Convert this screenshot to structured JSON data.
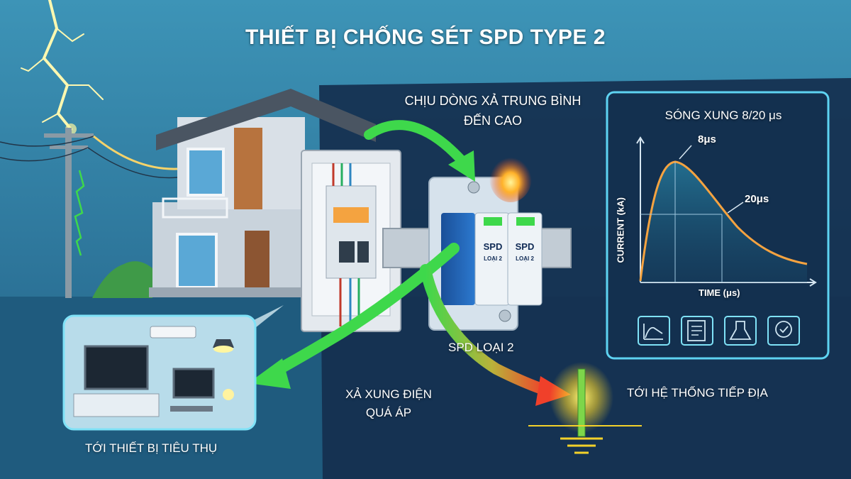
{
  "title": "THIẾT BỊ CHỐNG SÉT SPD TYPE 2",
  "labels": {
    "high_current": "CHỊU DÒNG XẢ TRUNG BÌNH ĐẾN CAO",
    "spd_type": "SPD LOẠI 2",
    "discharge": "XẢ XUNG ĐIỆN QUÁ ÁP",
    "to_ground": "TỚI HỆ THỐNG TIẾP ĐỊA",
    "to_loads": "TỚI THIẾT BỊ TIÊU THỤ"
  },
  "spd_module": {
    "label": "SPD",
    "sublabel": "LOẠI 2"
  },
  "waveform": {
    "title": "SÓNG XUNG 8/20 μs",
    "peak_label": "8μs",
    "half_label": "20μs",
    "y_axis_label": "CURRENT (kA)",
    "x_axis_label": "TIME (μs)",
    "icons": [
      "waveform-graph-icon",
      "certificate-document-icon",
      "lab-flask-icon",
      "quality-badge-icon"
    ]
  },
  "colors": {
    "sky": "#2a6f92",
    "panel": "#13304f",
    "panel_border": "#5ed3f2",
    "waveform": "#f6a340",
    "arrow_green": "#39d84a",
    "arrow_red": "#f04a2c",
    "spd_blue": "#1c5fb0",
    "ground_glow": "#f3e23a"
  }
}
